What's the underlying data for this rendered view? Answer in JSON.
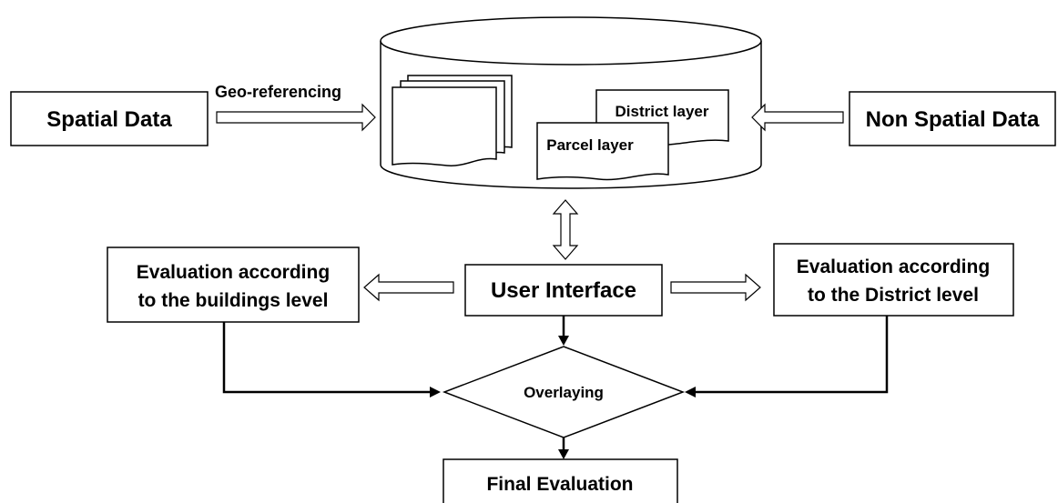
{
  "nodes": {
    "spatial_data": "Spatial Data",
    "non_spatial_data": "Non Spatial Data",
    "district_layer": "District layer",
    "parcel_layer": "Parcel layer",
    "user_interface": "User Interface",
    "eval_buildings_line1": "Evaluation according",
    "eval_buildings_line2": "to the buildings level",
    "eval_district_line1": "Evaluation according",
    "eval_district_line2": "to the District level",
    "overlaying": "Overlaying",
    "final_evaluation": "Final Evaluation"
  },
  "edges": {
    "georeferencing": "Geo-referencing"
  }
}
